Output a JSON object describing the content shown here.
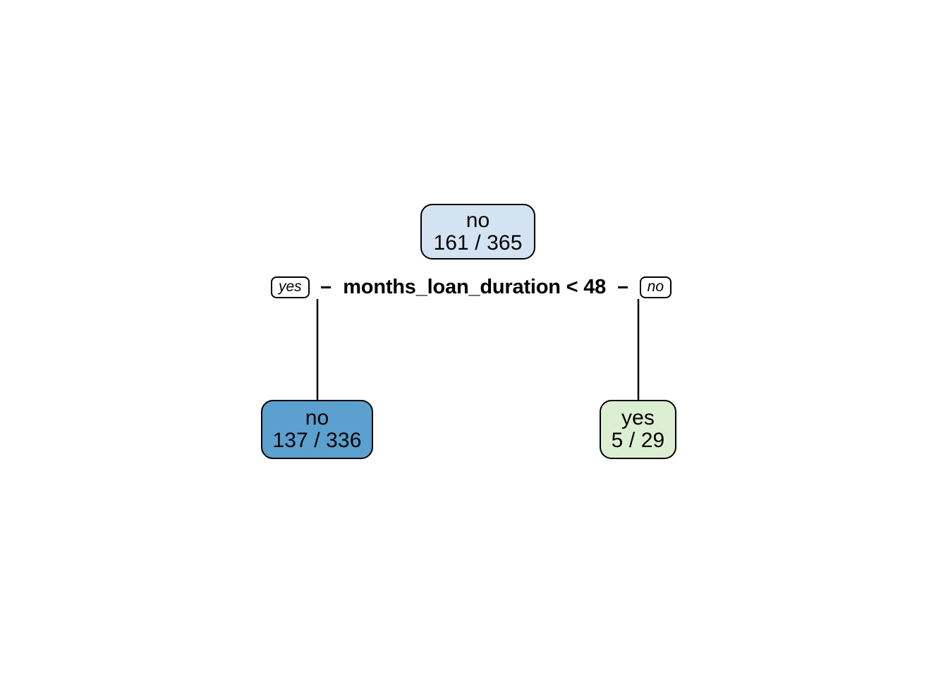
{
  "chart_data": {
    "type": "tree",
    "title": "",
    "description": "Binary decision tree (classification) with one split on months_loan_duration",
    "split": {
      "variable": "months_loan_duration",
      "operator": "<",
      "threshold": 48,
      "label": "months_loan_duration < 48",
      "yes_branch_label": "yes",
      "no_branch_label": "no"
    },
    "nodes": [
      {
        "id": "root",
        "role": "root",
        "predicted_class": "no",
        "counts_label": "161 / 365",
        "misclassified": 161,
        "total": 365,
        "fill": "#d4e3f2"
      },
      {
        "id": "leaf-left",
        "role": "leaf",
        "branch": "yes",
        "predicted_class": "no",
        "counts_label": "137 / 336",
        "misclassified": 137,
        "total": 336,
        "fill": "#5ba0cf"
      },
      {
        "id": "leaf-right",
        "role": "leaf",
        "branch": "no",
        "predicted_class": "yes",
        "counts_label": "5 / 29",
        "misclassified": 5,
        "total": 29,
        "fill": "#ddefd3"
      }
    ],
    "colors": {
      "root_fill": "#d4e3f2",
      "leaf_left_fill": "#5ba0cf",
      "leaf_right_fill": "#ddefd3",
      "stroke": "#000000",
      "background": "#ffffff",
      "text": "#000000"
    }
  },
  "tree": {
    "root": {
      "class_label": "no",
      "counts": "161 / 365"
    },
    "split": {
      "text": "months_loan_duration < 48",
      "yes": "yes",
      "no": "no"
    },
    "leaf_left": {
      "class_label": "no",
      "counts": "137 / 336"
    },
    "leaf_right": {
      "class_label": "yes",
      "counts": "5 / 29"
    }
  }
}
